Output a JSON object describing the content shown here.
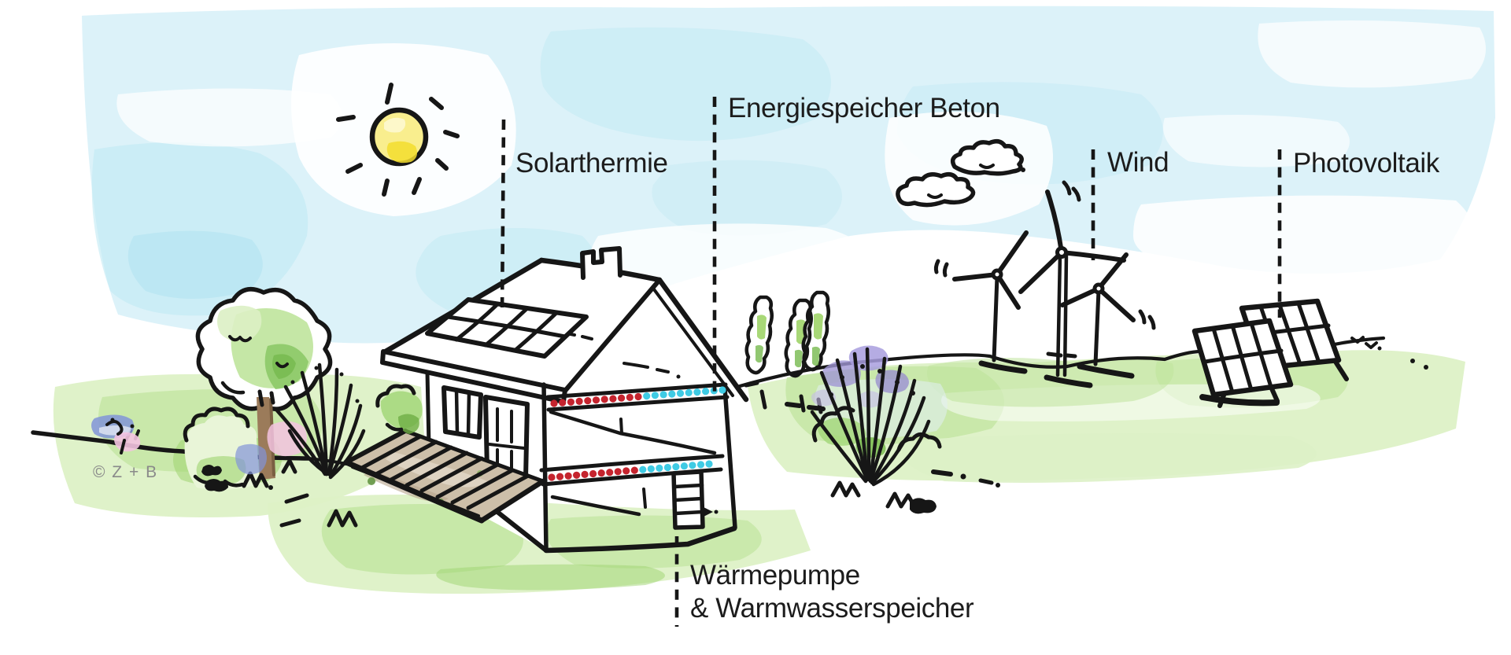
{
  "scene": {
    "copyright": "© Z + B",
    "callouts": {
      "solarthermie": {
        "label": "Solarthermie"
      },
      "energiespeicher": {
        "label": "Energiespeicher Beton"
      },
      "wind": {
        "label": "Wind"
      },
      "photovoltaik": {
        "label": "Photovoltaik"
      },
      "waermepumpe": {
        "label_line1": "Wärmepumpe",
        "label_line2": "& Warmwasserspeicher"
      }
    }
  },
  "heating_dots": {
    "upper_floor": {
      "warm_dots": 11,
      "cold_dots": 10
    },
    "ground_floor": {
      "warm_dots": 11,
      "cold_dots": 9
    }
  },
  "colors": {
    "ink": "#161616",
    "label_text": "#1c1c1c",
    "copyright_gray": "#8a8a8a",
    "sky_light": "#d8f1f8",
    "sky_deep": "#c0e9f3",
    "sky_deeper": "#aee2ef",
    "grass_light": "#ddf1c6",
    "grass_mid": "#bfe49c",
    "grass_deep": "#9ed46f",
    "sun_fill": "#f9ee8e",
    "sun_deep": "#f3dd2e",
    "dot_warm": "#c5242e",
    "dot_cold": "#3fcbe4",
    "flower_purple": "#a096d5",
    "flower_pink": "#f3c3e0",
    "flower_blue": "#8194d8",
    "deck_wood": "#cdbfa9",
    "trunk_brown": "#9b7b5a"
  }
}
